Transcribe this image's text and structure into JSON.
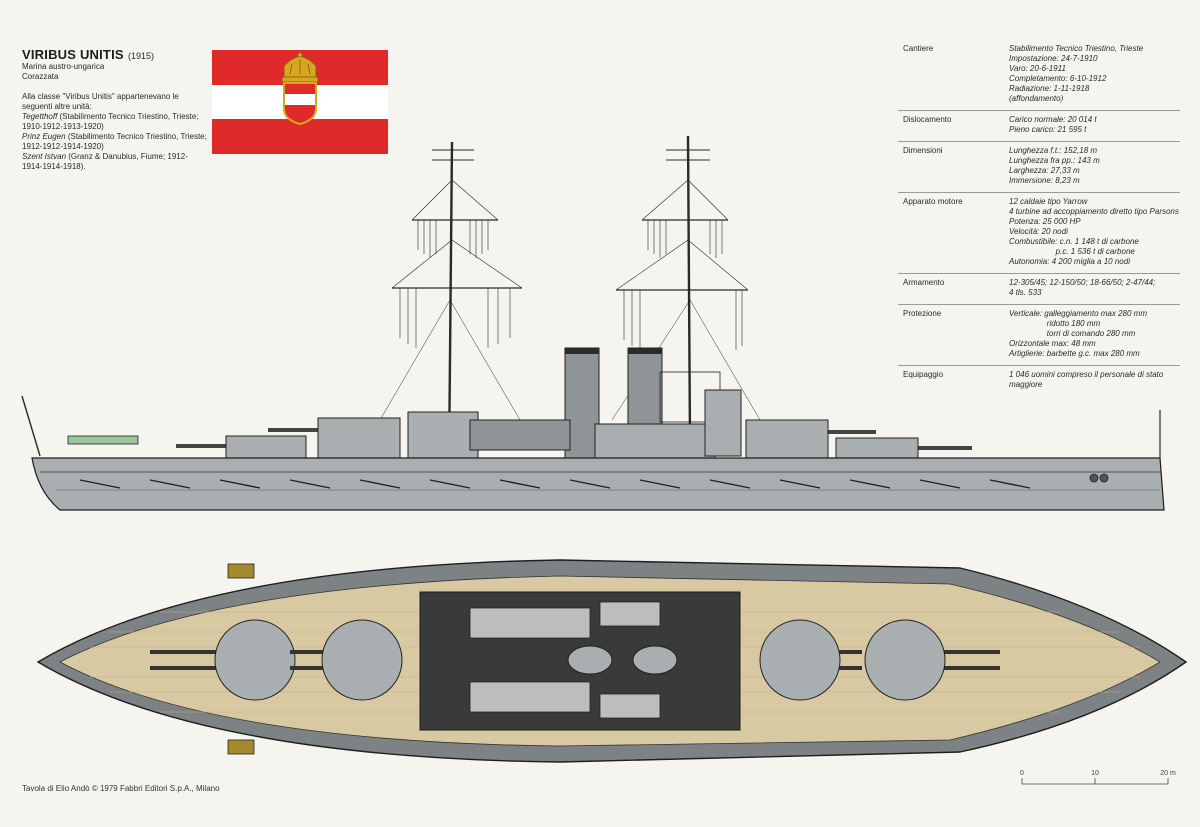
{
  "header": {
    "title": "VIRIBUS UNITIS",
    "year": "(1915)",
    "navy": "Marina austro-ungarica",
    "type": "Corazzata",
    "intro": "Alla classe \"Viribus Unitis\" appartenevano le seguenti altre unità:",
    "units": [
      {
        "name": "Tegetthoff",
        "detail": " (Stabilimento Tecnico Triestino, Trieste; 1910-1912-1913-1920)"
      },
      {
        "name": "Prinz Eugen",
        "detail": " (Stabilimento Tecnico Triestino, Trieste; 1912-1912-1914-1920)"
      },
      {
        "name": "Szent Istvan",
        "detail": " (Granz & Danubius, Fiume; 1912-1914-1914-1918)."
      }
    ]
  },
  "flag": {
    "red": "#e02a2a",
    "white": "#ffffff",
    "crown_gold": "#d7a520",
    "icon": "austrian-naval-ensign"
  },
  "specs": [
    {
      "label": "Cantiere",
      "values": [
        "Stabilimento Tecnico Triestino, Trieste",
        "Impostazione: 24-7-1910",
        "Varo: 20-6-1911",
        "Completamento: 6-10-1912",
        "Radiazione: 1-11-1918",
        "(affondamento)"
      ]
    },
    {
      "label": "Dislocamento",
      "values": [
        "Carico normale: 20 014 t",
        "Pieno carico: 21 595 t"
      ]
    },
    {
      "label": "Dimensioni",
      "values": [
        "Lunghezza f.t.: 152,18 m",
        "Lunghezza fra pp.: 143 m",
        "Larghezza: 27,33 m",
        "Immersione: 8,23 m"
      ]
    },
    {
      "label": "Apparato motore",
      "values": [
        "12 caldaie tipo Yarrow",
        "4 turbine ad accoppiamento diretto tipo Parsons",
        "Potenza: 25 000 HP",
        "Velocità: 20 nodi",
        "Combustibile: c.n. 1 148 t di carbone",
        "                     p.c. 1 536 t di carbone",
        "Autonomia: 4 200 miglia a 10 nodi"
      ]
    },
    {
      "label": "Armamento",
      "values": [
        "12-305/45; 12-150/50; 18-66/50; 2-47/44;",
        "4 tls. 533"
      ]
    },
    {
      "label": "Protezione",
      "values": [
        "Verticale: galleggiamento max 280 mm",
        "                 ridotto 180 mm",
        "                 torri di comando 280 mm",
        "Orizzontale max: 48 mm",
        "Artiglierie: barbette g.c. max 280 mm"
      ]
    },
    {
      "label": "Equipaggio",
      "values": [
        "1 046 uomini compreso il personale di stato",
        "maggiore"
      ]
    }
  ],
  "credit": "Tavola di Elio Andò © 1979 Fabbri Editori S.p.A., Milano",
  "scale": {
    "ticks": [
      "0",
      "10",
      "20 m"
    ]
  },
  "colors": {
    "hull_grey": "#a9aeb1",
    "hull_dark": "#6f7376",
    "deck_wood": "#d8c9a2",
    "outline": "#1e1e1e"
  }
}
